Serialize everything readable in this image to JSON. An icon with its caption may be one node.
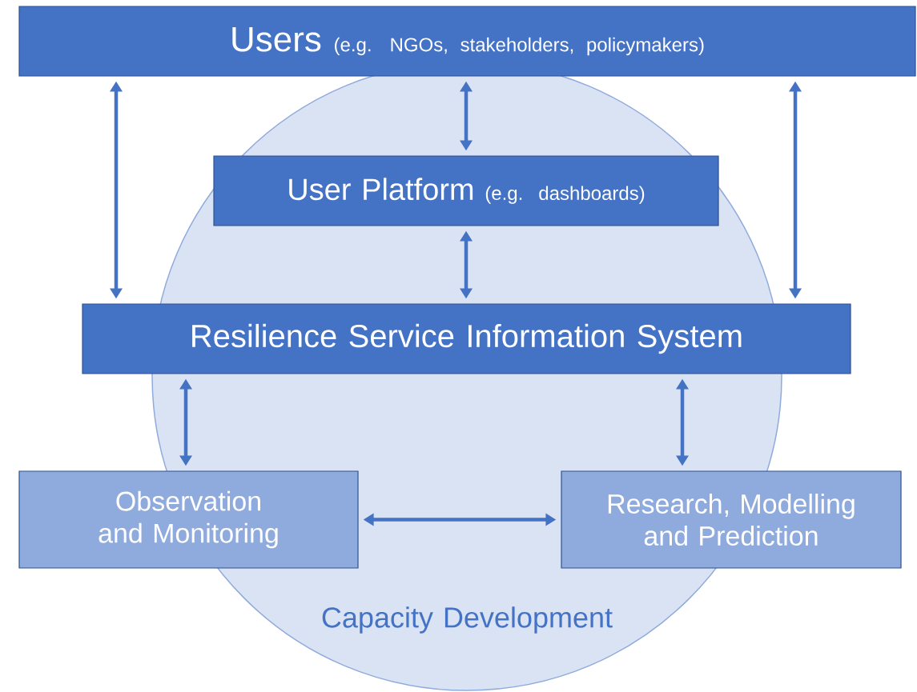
{
  "diagram": {
    "nodes": [
      {
        "text": [
          "Capacity Development"
        ]
      },
      {
        "text": [
          "Users",
          "(e.g. NGOs, stakeholders, policymakers)"
        ]
      },
      {
        "text": [
          "User Platform",
          "(e.g. dashboards)"
        ],
        "in": 0
      },
      {
        "text": [
          "Resilience Service Information System"
        ]
      },
      {
        "text": [
          "Observation and Monitoring"
        ]
      },
      {
        "text": [
          "Research, Modelling and Prediction"
        ]
      }
    ],
    "edges": [
      {
        "from": 1,
        "to": 2,
        "arrow": "both"
      },
      {
        "from": 2,
        "to": 3,
        "arrow": "both"
      },
      {
        "from": 1,
        "to": 3,
        "arrow": "both"
      },
      {
        "from": 1,
        "to": 3,
        "arrow": "both"
      },
      {
        "from": 3,
        "to": 4,
        "arrow": "both"
      },
      {
        "from": 3,
        "to": 5,
        "arrow": "both"
      },
      {
        "from": 4,
        "to": 5,
        "arrow": "both"
      }
    ]
  }
}
